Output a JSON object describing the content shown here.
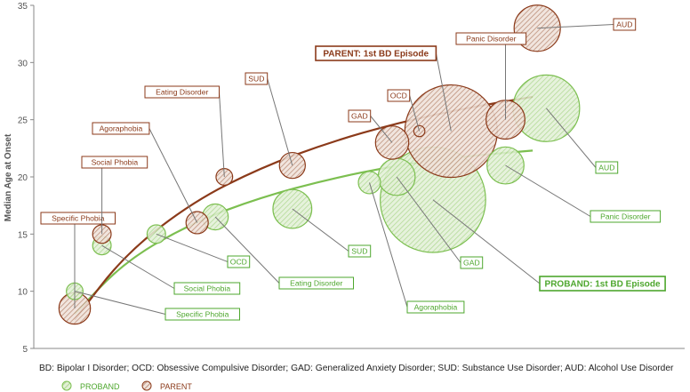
{
  "chart_data": {
    "type": "scatter",
    "subtype": "bubble",
    "title": "",
    "ylabel": "Median Age at Onset",
    "xlabel": "",
    "ylim": [
      5,
      35
    ],
    "yticks": [
      5,
      10,
      15,
      20,
      25,
      30,
      35
    ],
    "xlim": [
      0,
      10
    ],
    "grid": false,
    "legend": {
      "position": "bottom",
      "entries": [
        "PROBAND",
        "PARENT"
      ]
    },
    "footnote": "BD: Bipolar I Disorder; OCD: Obsessive Compulsive Disorder; GAD: Generalized Anxiety Disorder; SUD: Substance Use Disorder; AUD: Alcohol Use Disorder",
    "colors": {
      "proband": "#7cbf50",
      "proband_text": "#4ea72e",
      "parent": "#8b3a1a",
      "axis": "#888888"
    },
    "series": [
      {
        "name": "PROBAND",
        "points": [
          {
            "label": "Specific Phobia",
            "x": 0.4,
            "y": 10.0,
            "size": 0.9
          },
          {
            "label": "Social Phobia",
            "x": 1.0,
            "y": 14.0,
            "size": 1.0
          },
          {
            "label": "OCD",
            "x": 2.2,
            "y": 15.0,
            "size": 1.0
          },
          {
            "label": "Eating Disorder",
            "x": 3.5,
            "y": 16.5,
            "size": 1.4
          },
          {
            "label": "SUD",
            "x": 5.2,
            "y": 17.2,
            "size": 2.1
          },
          {
            "label": "Agoraphobia",
            "x": 6.9,
            "y": 19.5,
            "size": 1.2
          },
          {
            "label": "GAD",
            "x": 7.5,
            "y": 20.0,
            "size": 2.0
          },
          {
            "label": "PROBAND: 1st BD Episode",
            "x": 8.3,
            "y": 18.0,
            "size": 5.7
          },
          {
            "label": "Panic Disorder",
            "x": 9.9,
            "y": 21.0,
            "size": 2.0
          },
          {
            "label": "AUD",
            "x": 10.8,
            "y": 26.0,
            "size": 3.6
          }
        ],
        "trendline": [
          [
            0.4,
            8.0
          ],
          [
            1.5,
            12.6
          ],
          [
            3.0,
            16.0
          ],
          [
            4.5,
            18.2
          ],
          [
            6.0,
            19.8
          ],
          [
            7.5,
            21.0
          ],
          [
            9.0,
            21.8
          ],
          [
            10.5,
            22.3
          ]
        ]
      },
      {
        "name": "PARENT",
        "points": [
          {
            "label": "Specific Phobia",
            "x": 0.4,
            "y": 8.5,
            "size": 1.7
          },
          {
            "label": "Social Phobia",
            "x": 1.0,
            "y": 15.0,
            "size": 1.0
          },
          {
            "label": "Agoraphobia",
            "x": 3.1,
            "y": 16.0,
            "size": 1.2
          },
          {
            "label": "Eating Disorder",
            "x": 3.7,
            "y": 20.0,
            "size": 0.9
          },
          {
            "label": "SUD",
            "x": 5.2,
            "y": 21.0,
            "size": 1.4
          },
          {
            "label": "GAD",
            "x": 7.4,
            "y": 23.0,
            "size": 1.8
          },
          {
            "label": "OCD",
            "x": 8.0,
            "y": 24.0,
            "size": 0.6
          },
          {
            "label": "PARENT: 1st BD Episode",
            "x": 8.7,
            "y": 24.0,
            "size": 5.0
          },
          {
            "label": "Panic Disorder",
            "x": 9.9,
            "y": 25.0,
            "size": 2.1
          },
          {
            "label": "AUD",
            "x": 10.6,
            "y": 33.0,
            "size": 2.5
          }
        ],
        "trendline": [
          [
            0.4,
            7.5
          ],
          [
            1.5,
            13.2
          ],
          [
            3.0,
            17.8
          ],
          [
            4.5,
            20.8
          ],
          [
            6.0,
            23.0
          ],
          [
            7.5,
            24.7
          ],
          [
            9.0,
            26.0
          ],
          [
            10.5,
            27.0
          ]
        ]
      }
    ]
  }
}
